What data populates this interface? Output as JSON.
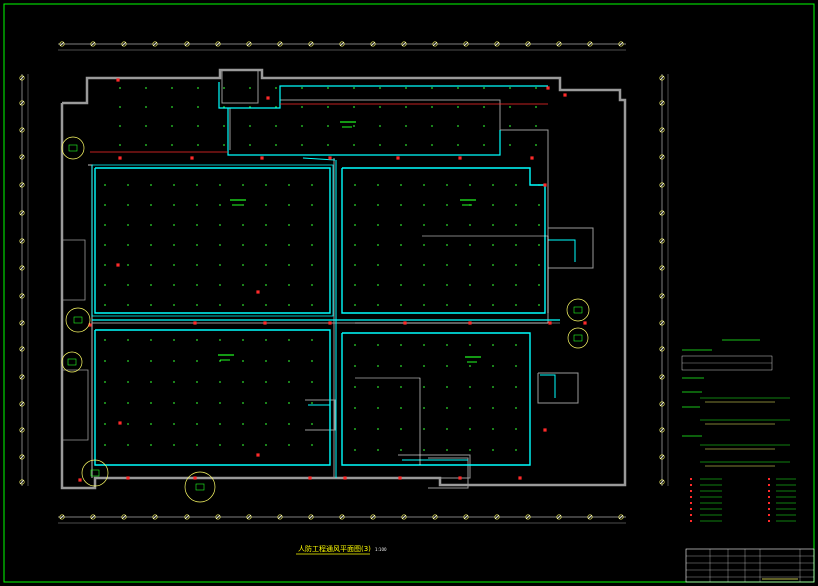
{
  "drawing": {
    "title": "人防工程通风平面图(3)",
    "scale": "1:100"
  },
  "colors": {
    "background": "#000000",
    "frame": "#00ff00",
    "walls": "#9a9a9a",
    "duct": "#00ffff",
    "pipe_red": "#ff2a2a",
    "text_green": "#22ff22",
    "annotation_yellow": "#ffff66",
    "white_line": "#ffffff",
    "grid_dot": "#33ff33"
  },
  "icons": [
    "fan-outlet-symbol",
    "air-diffuser-symbol",
    "axis-bubble"
  ]
}
